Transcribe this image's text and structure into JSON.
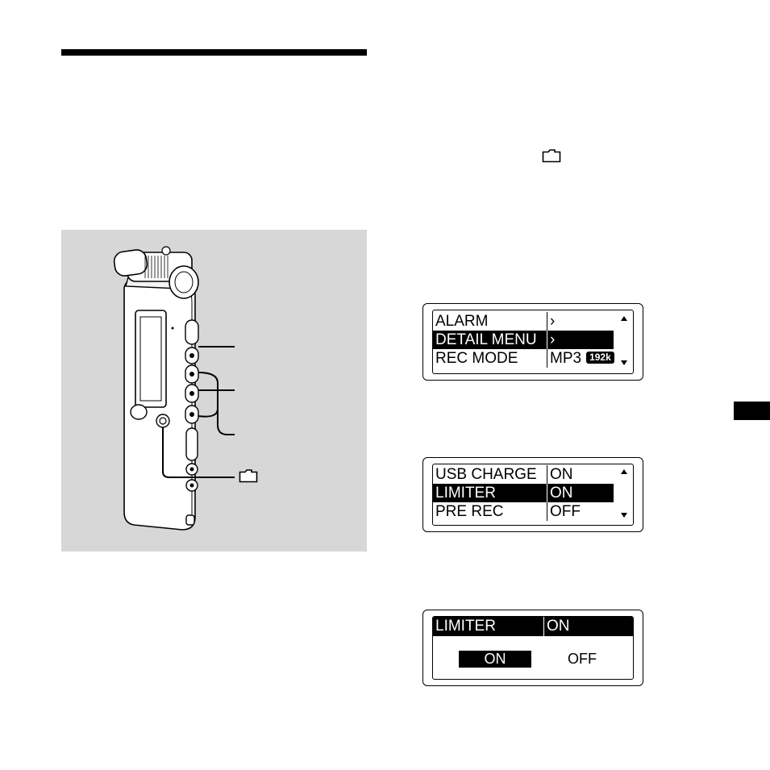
{
  "lcd_screens": [
    {
      "rows": [
        {
          "label": "ALARM",
          "value": "›",
          "selected": false
        },
        {
          "label": "DETAIL MENU",
          "value": "›",
          "selected": true
        },
        {
          "label": "REC MODE",
          "value": "MP3",
          "badge": "192k",
          "selected": false
        }
      ]
    },
    {
      "rows": [
        {
          "label": "USB CHARGE",
          "value": "ON",
          "selected": false
        },
        {
          "label": "LIMITER",
          "value": "ON",
          "selected": true
        },
        {
          "label": "PRE REC",
          "value": "OFF",
          "selected": false
        }
      ]
    },
    {
      "header": {
        "label": "LIMITER",
        "value": "ON"
      },
      "options": [
        {
          "label": "ON",
          "selected": true
        },
        {
          "label": "OFF",
          "selected": false
        }
      ]
    }
  ],
  "icons": {
    "folder_inline": "folder-icon",
    "folder_callout": "folder-icon",
    "scroll_up": "up-arrow-icon",
    "scroll_down": "down-arrow-icon"
  }
}
